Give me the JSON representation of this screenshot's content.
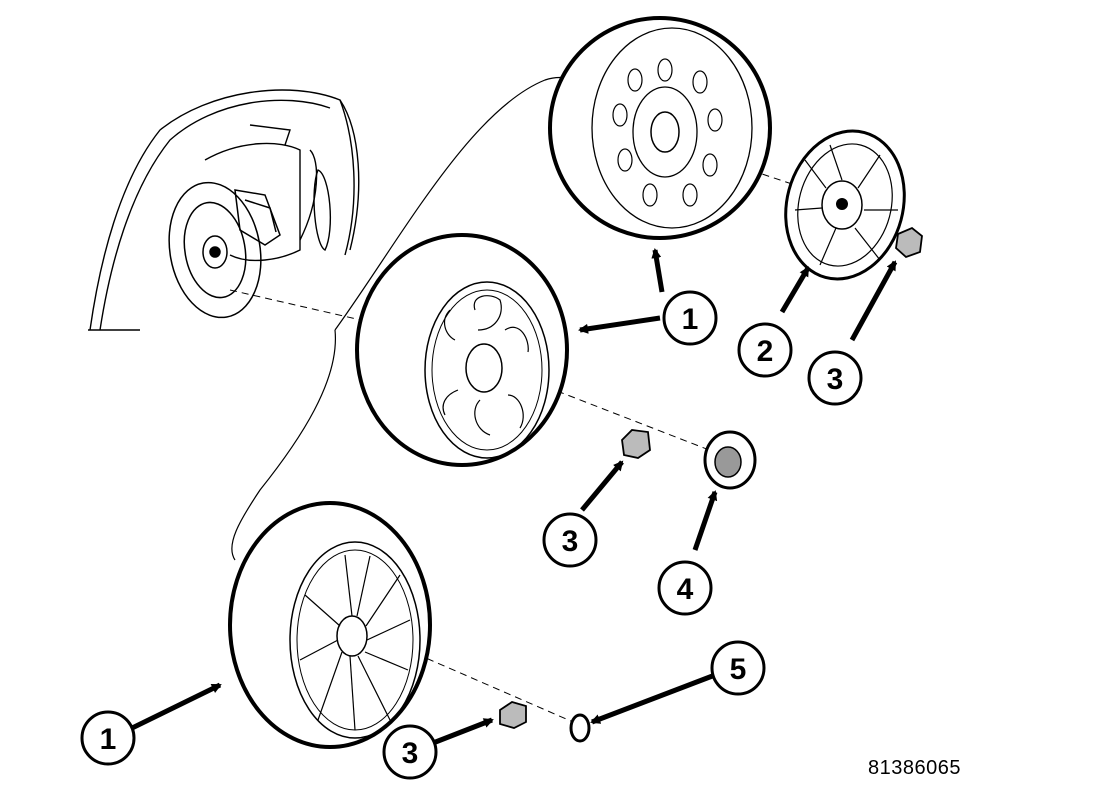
{
  "callouts": [
    {
      "number": "1"
    },
    {
      "number": "2"
    },
    {
      "number": "3"
    },
    {
      "number": "3"
    },
    {
      "number": "4"
    },
    {
      "number": "3"
    },
    {
      "number": "5"
    },
    {
      "number": "1"
    }
  ],
  "document_number": "81386065"
}
